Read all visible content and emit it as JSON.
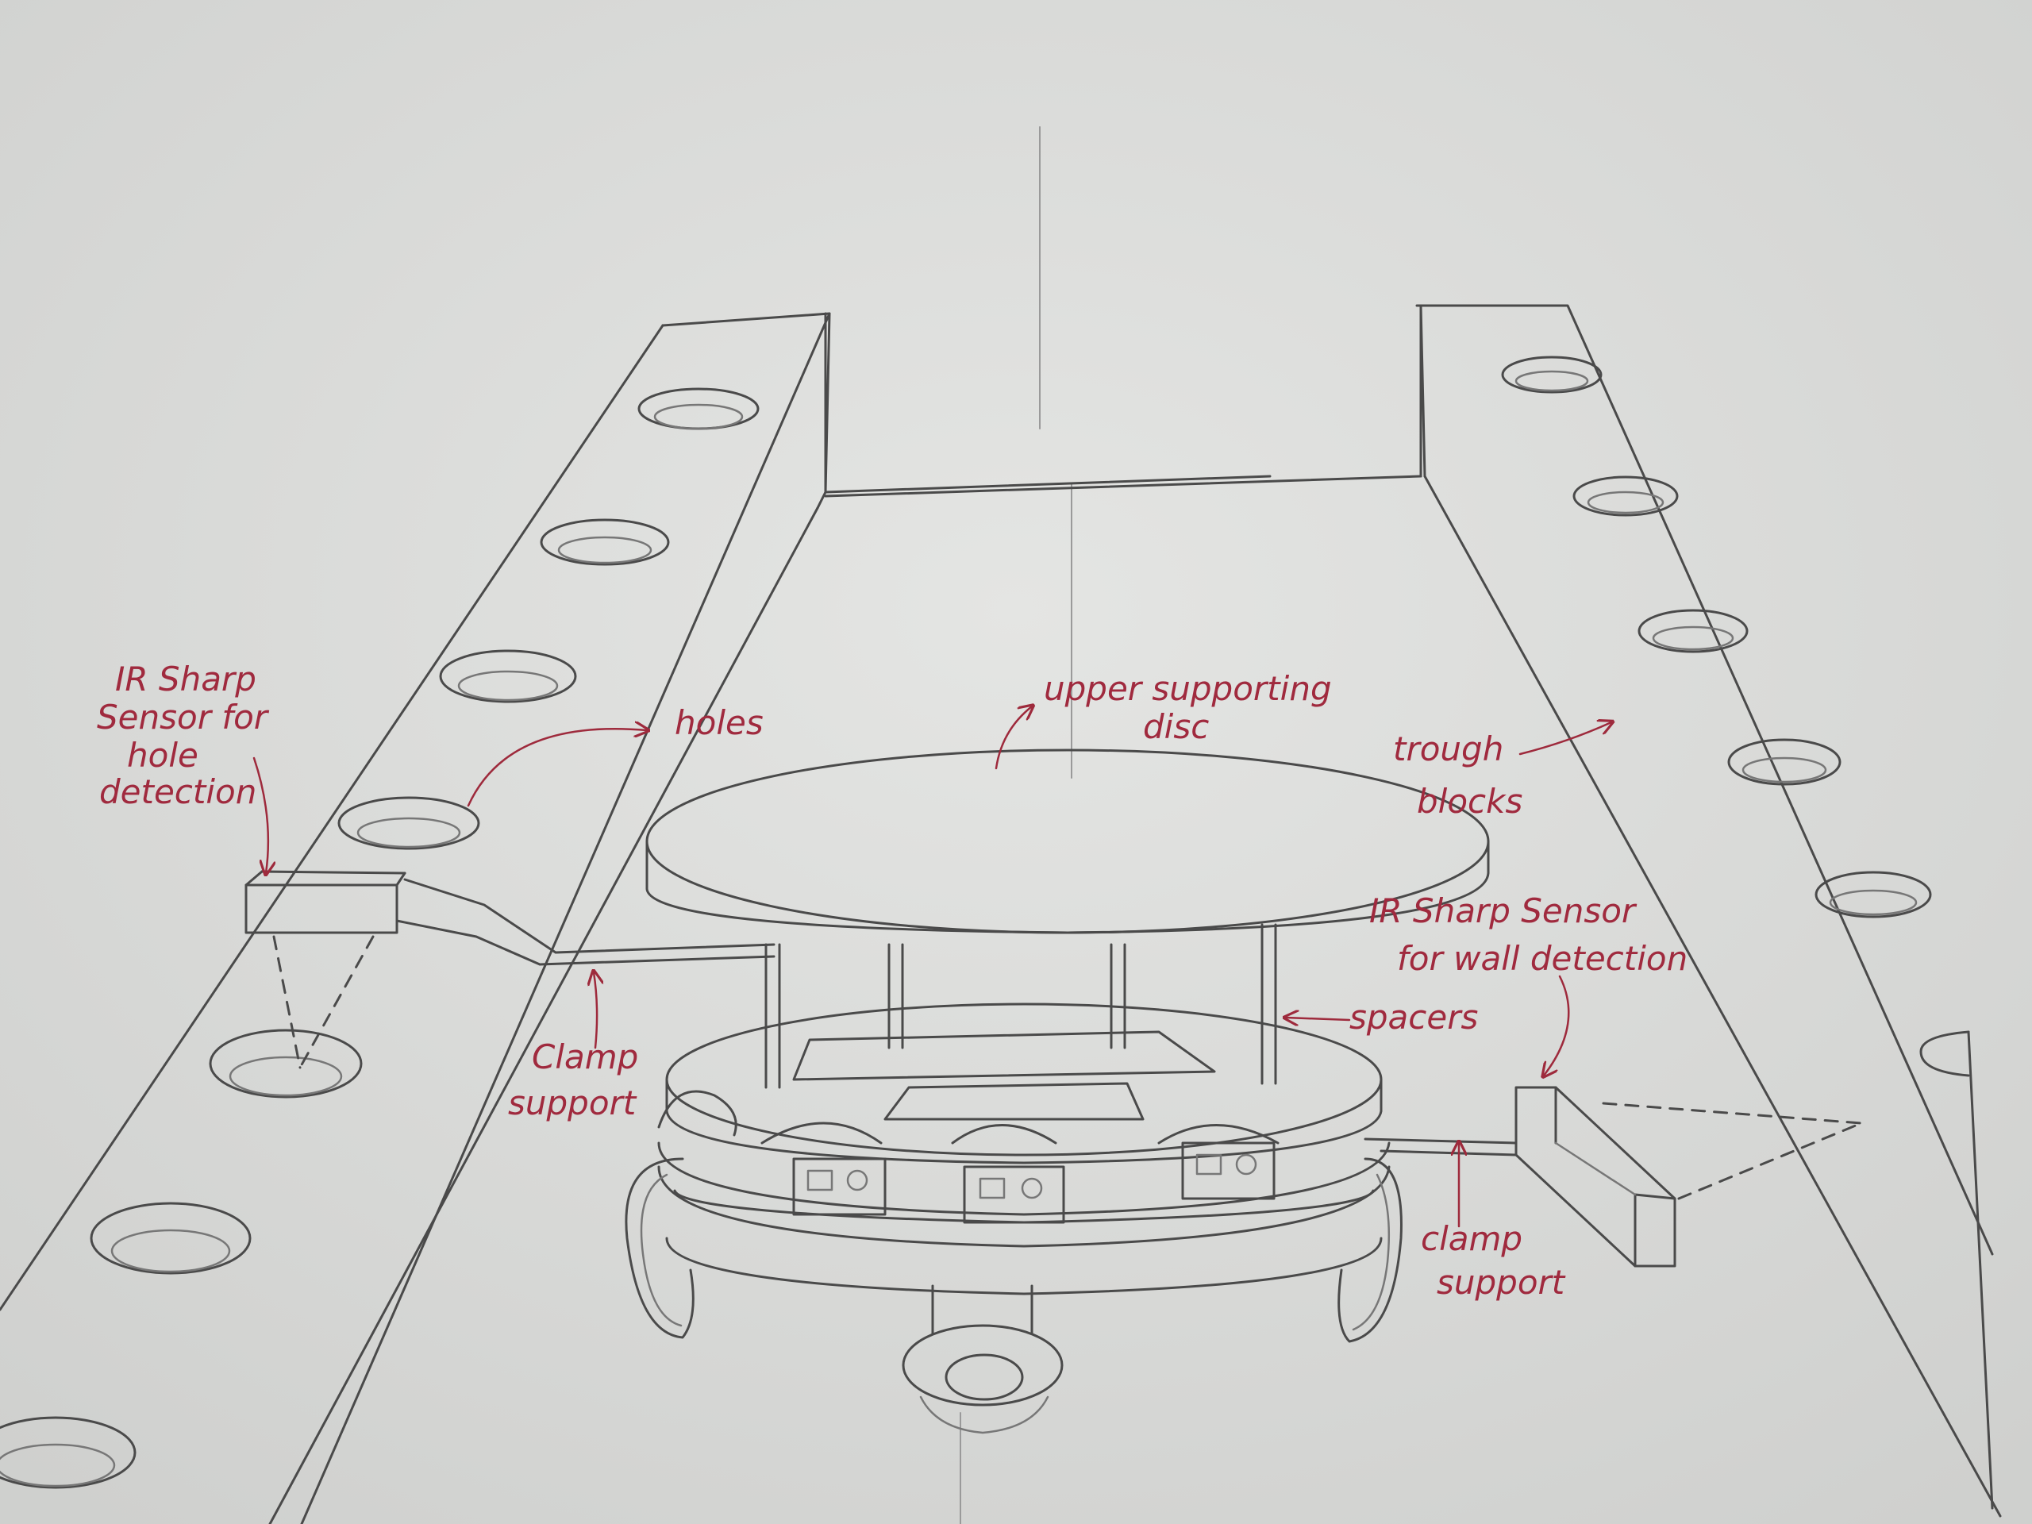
{
  "labels": {
    "ir_hole_line1": "IR Sharp",
    "ir_hole_line2": "Sensor for",
    "ir_hole_line3": "hole",
    "ir_hole_line4": "detection",
    "holes": "holes",
    "upper_disc_line1": "upper supporting",
    "upper_disc_line2": "disc",
    "trough_line1": "trough",
    "trough_line2": "blocks",
    "ir_wall_line1": "IR Sharp Sensor",
    "ir_wall_line2": "for wall detection",
    "spacers": "spacers",
    "clamp_left_line1": "Clamp",
    "clamp_left_line2": "support",
    "clamp_right_line1": "clamp",
    "clamp_right_line2": "support"
  },
  "colors": {
    "paper": "#d9dad8",
    "pencil": "#4a4a4a",
    "ink": "#a02a3e"
  }
}
